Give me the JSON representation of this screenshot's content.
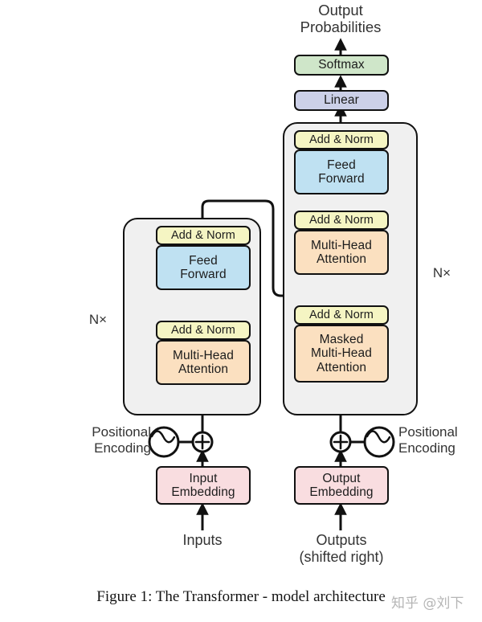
{
  "figure": {
    "caption": "Figure 1: The Transformer - model architecture",
    "watermark": "知乎 @刘下"
  },
  "colors": {
    "add_norm": "#f5f5c3",
    "feed_forward": "#bfe1f2",
    "attention": "#fbe0c0",
    "embedding": "#f9dde0",
    "linear": "#ccd0e8",
    "softmax": "#cfe6c9",
    "panel": "#f0f0f0",
    "stroke": "#111111",
    "text": "#333333"
  },
  "labels": {
    "output_probabilities_line1": "Output",
    "output_probabilities_line2": "Probabilities",
    "softmax": "Softmax",
    "linear": "Linear",
    "add_norm": "Add & Norm",
    "feed_forward_line1": "Feed",
    "feed_forward_line2": "Forward",
    "multi_head_attention_line1": "Multi-Head",
    "multi_head_attention_line2": "Attention",
    "masked_line1": "Masked",
    "masked_line2": "Multi-Head",
    "masked_line3": "Attention",
    "input_embedding_line1": "Input",
    "input_embedding_line2": "Embedding",
    "output_embedding_line1": "Output",
    "output_embedding_line2": "Embedding",
    "positional_encoding_line1": "Positional",
    "positional_encoding_line2": "Encoding",
    "inputs": "Inputs",
    "outputs_line1": "Outputs",
    "outputs_line2": "(shifted right)",
    "nx_encoder": "N×",
    "nx_decoder": "N×"
  },
  "encoder": {
    "repeat_label": "N×",
    "blocks": [
      {
        "name": "add-norm-2",
        "label": "Add & Norm"
      },
      {
        "name": "feed-forward",
        "label": "Feed Forward"
      },
      {
        "name": "add-norm-1",
        "label": "Add & Norm"
      },
      {
        "name": "multi-head-attention",
        "label": "Multi-Head Attention"
      }
    ]
  },
  "decoder": {
    "repeat_label": "N×",
    "blocks": [
      {
        "name": "add-norm-3",
        "label": "Add & Norm"
      },
      {
        "name": "feed-forward",
        "label": "Feed Forward"
      },
      {
        "name": "add-norm-2",
        "label": "Add & Norm"
      },
      {
        "name": "cross-attention",
        "label": "Multi-Head Attention"
      },
      {
        "name": "add-norm-1",
        "label": "Add & Norm"
      },
      {
        "name": "masked-attention",
        "label": "Masked Multi-Head Attention"
      }
    ]
  },
  "head": {
    "linear": "Linear",
    "softmax": "Softmax",
    "output": "Output Probabilities"
  }
}
